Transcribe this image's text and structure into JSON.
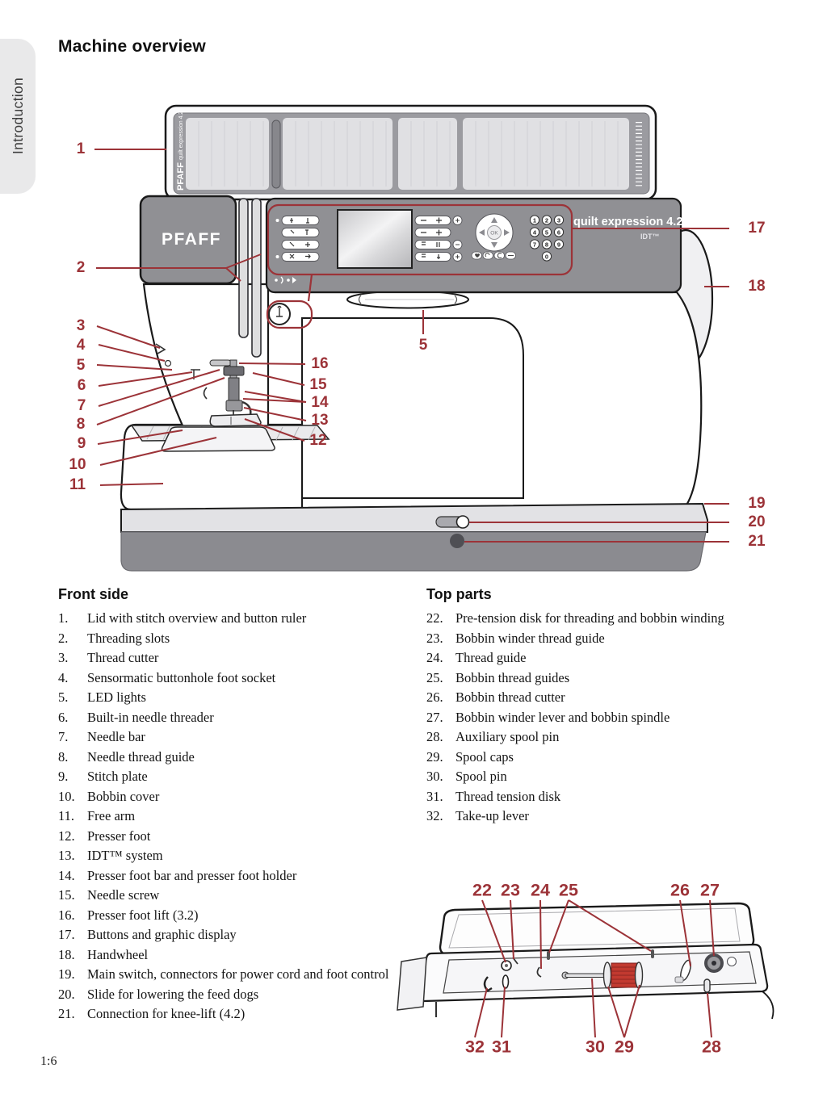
{
  "colors": {
    "accent": "#9c3338",
    "panel": "#909094",
    "lidframe": "#9b9ba0",
    "lidpanel": "#e0e0e3",
    "baselight": "#e2e2e5",
    "basedark": "#8b8b90",
    "ink": "#1a1a1a",
    "threadred": "#c23a30"
  },
  "page": {
    "sidebar_tab": "Introduction",
    "title": "Machine overview",
    "page_number": "1:6"
  },
  "machine": {
    "brand": "PFAFF",
    "model": "quilt expression 4.2",
    "idt_logo": "IDT™",
    "ok_label": "OK",
    "keypad": [
      "1",
      "2",
      "3",
      "4",
      "5",
      "6",
      "7",
      "8",
      "9",
      "0"
    ]
  },
  "front_callouts": {
    "c1": "1",
    "c2": "2",
    "c3": "3",
    "c4": "4",
    "c5": "5",
    "c6": "6",
    "c7": "7",
    "c8": "8",
    "c9": "9",
    "c10": "10",
    "c11": "11",
    "c12": "12",
    "c13": "13",
    "c14": "14",
    "c15": "15",
    "c16": "16",
    "c5b": "5",
    "c17": "17",
    "c18": "18",
    "c19": "19",
    "c20": "20",
    "c21": "21"
  },
  "top_callouts": {
    "c22": "22",
    "c23": "23",
    "c24": "24",
    "c25": "25",
    "c26": "26",
    "c27": "27",
    "c28": "28",
    "c29": "29",
    "c30": "30",
    "c31": "31",
    "c32": "32"
  },
  "front_side": {
    "heading": "Front side",
    "items": [
      {
        "num": "1.",
        "text": "Lid with stitch overview and button ruler"
      },
      {
        "num": "2.",
        "text": "Threading slots"
      },
      {
        "num": "3.",
        "text": "Thread cutter"
      },
      {
        "num": "4.",
        "text": "Sensormatic buttonhole foot socket"
      },
      {
        "num": "5.",
        "text": "LED lights"
      },
      {
        "num": "6.",
        "text": "Built-in needle threader"
      },
      {
        "num": "7.",
        "text": "Needle bar"
      },
      {
        "num": "8.",
        "text": "Needle thread guide"
      },
      {
        "num": "9.",
        "text": "Stitch plate"
      },
      {
        "num": "10.",
        "text": "Bobbin cover"
      },
      {
        "num": "11.",
        "text": "Free arm"
      },
      {
        "num": "12.",
        "text": "Presser foot"
      },
      {
        "num": "13.",
        "text": "IDT™ system"
      },
      {
        "num": "14.",
        "text": "Presser foot bar and presser foot holder"
      },
      {
        "num": "15.",
        "text": "Needle screw"
      },
      {
        "num": "16.",
        "text": "Presser foot lift (3.2)"
      },
      {
        "num": "17.",
        "text": "Buttons and graphic display"
      },
      {
        "num": "18.",
        "text": "Handwheel"
      },
      {
        "num": "19.",
        "text": "Main switch, connectors for power cord and foot control"
      },
      {
        "num": "20.",
        "text": "Slide for lowering the feed dogs"
      },
      {
        "num": "21.",
        "text": "Connection for knee-lift (4.2)"
      }
    ]
  },
  "top_parts": {
    "heading": "Top parts",
    "items": [
      {
        "num": "22.",
        "text": "Pre-tension disk for threading and bobbin winding"
      },
      {
        "num": "23.",
        "text": "Bobbin winder thread guide"
      },
      {
        "num": "24.",
        "text": "Thread guide"
      },
      {
        "num": "25.",
        "text": "Bobbin thread guides"
      },
      {
        "num": "26.",
        "text": "Bobbin thread cutter"
      },
      {
        "num": "27.",
        "text": "Bobbin winder lever and bobbin spindle"
      },
      {
        "num": "28.",
        "text": "Auxiliary spool pin"
      },
      {
        "num": "29.",
        "text": "Spool caps"
      },
      {
        "num": "30.",
        "text": "Spool pin"
      },
      {
        "num": "31.",
        "text": "Thread tension disk"
      },
      {
        "num": "32.",
        "text": "Take-up lever"
      }
    ]
  }
}
